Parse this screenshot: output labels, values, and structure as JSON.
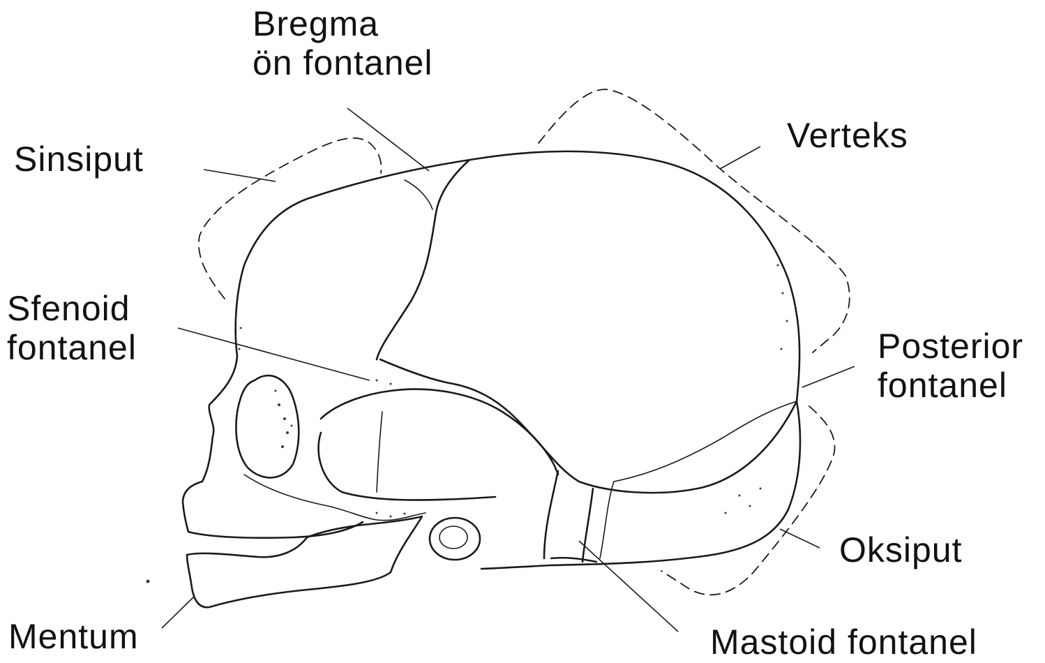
{
  "labels": {
    "bregma_line1": "Bregma",
    "bregma_line2": "ön fontanel",
    "sinsiput": "Sinsiput",
    "verteks": "Verteks",
    "sfenoid_line1": "Sfenoid",
    "sfenoid_line2": "fontanel",
    "posterior_line1": "Posterior",
    "posterior_line2": "fontanel",
    "oksiput": "Oksiput",
    "mentum": "Mentum",
    "mastoid": "Mastoid fontanel"
  },
  "colors": {
    "ink": "#1a1a1a",
    "background": "#ffffff"
  }
}
